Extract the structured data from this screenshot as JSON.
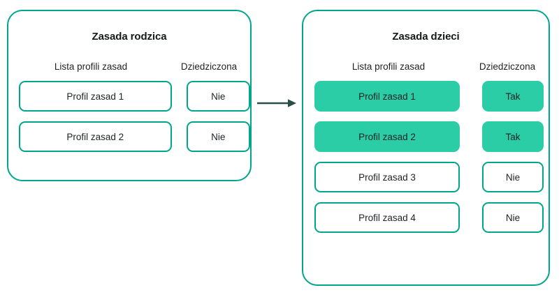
{
  "diagram": {
    "accent_border_color": "#00a68c",
    "highlight_fill_color": "#2acda6",
    "arrow_color": "#2a4f4b",
    "text_color": "#1f2124",
    "background_color": "#ffffff"
  },
  "parent_panel": {
    "title": "Zasada rodzica",
    "columns": {
      "name": "Lista profili zasad",
      "inherited": "Dziedziczona"
    },
    "rows": [
      {
        "name": "Profil zasad 1",
        "inherited": "Nie",
        "highlighted": false
      },
      {
        "name": "Profil zasad 2",
        "inherited": "Nie",
        "highlighted": false
      }
    ]
  },
  "child_panel": {
    "title": "Zasada dzieci",
    "columns": {
      "name": "Lista profili zasad",
      "inherited": "Dziedziczona"
    },
    "rows": [
      {
        "name": "Profil zasad 1",
        "inherited": "Tak",
        "highlighted": true
      },
      {
        "name": "Profil zasad 2",
        "inherited": "Tak",
        "highlighted": true
      },
      {
        "name": "Profil zasad 3",
        "inherited": "Nie",
        "highlighted": false
      },
      {
        "name": "Profil zasad 4",
        "inherited": "Nie",
        "highlighted": false
      }
    ]
  },
  "connector": {
    "icon": "arrow-right-icon",
    "direction": "parent-to-child"
  }
}
